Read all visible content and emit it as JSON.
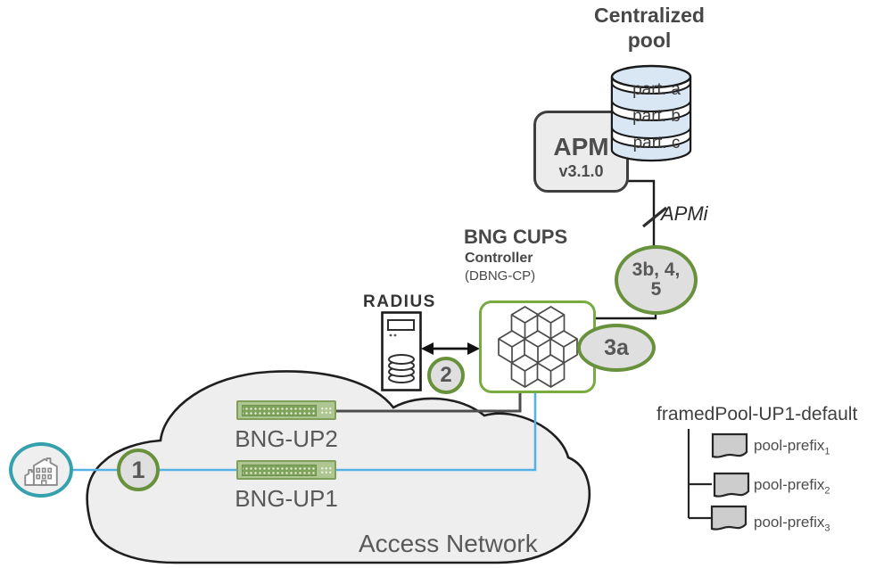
{
  "pool": {
    "title": "Centralized pool",
    "partitions": [
      "part. a",
      "part. b",
      "part. c"
    ]
  },
  "apm": {
    "name": "APM",
    "version": "v3.1.0",
    "interface": "APMi"
  },
  "controller": {
    "title": "BNG CUPS",
    "subtitle": "Controller",
    "designation": "(DBNG-CP)"
  },
  "radius": {
    "label": "RADIUS"
  },
  "steps": {
    "s1": "1",
    "s2": "2",
    "s3a": "3a",
    "s3b45": "3b, 4, 5"
  },
  "access_network": {
    "label": "Access Network",
    "up2": "BNG-UP2",
    "up1": "BNG-UP1"
  },
  "framed_pool": {
    "title": "framedPool-UP1-default",
    "prefixes": [
      {
        "base": "pool-prefix",
        "sub": "1"
      },
      {
        "base": "pool-prefix",
        "sub": "2"
      },
      {
        "base": "pool-prefix",
        "sub": "3"
      }
    ]
  },
  "colors": {
    "green_badge_border": "#68913C",
    "green_box_border": "#78AB41",
    "teal_circle": "#34A1AD",
    "blue_line": "#55B1E6",
    "band_blue": "#D9E6F4",
    "gray_fill": "#DFDFDF",
    "text_dark": "#4D4D4D"
  }
}
